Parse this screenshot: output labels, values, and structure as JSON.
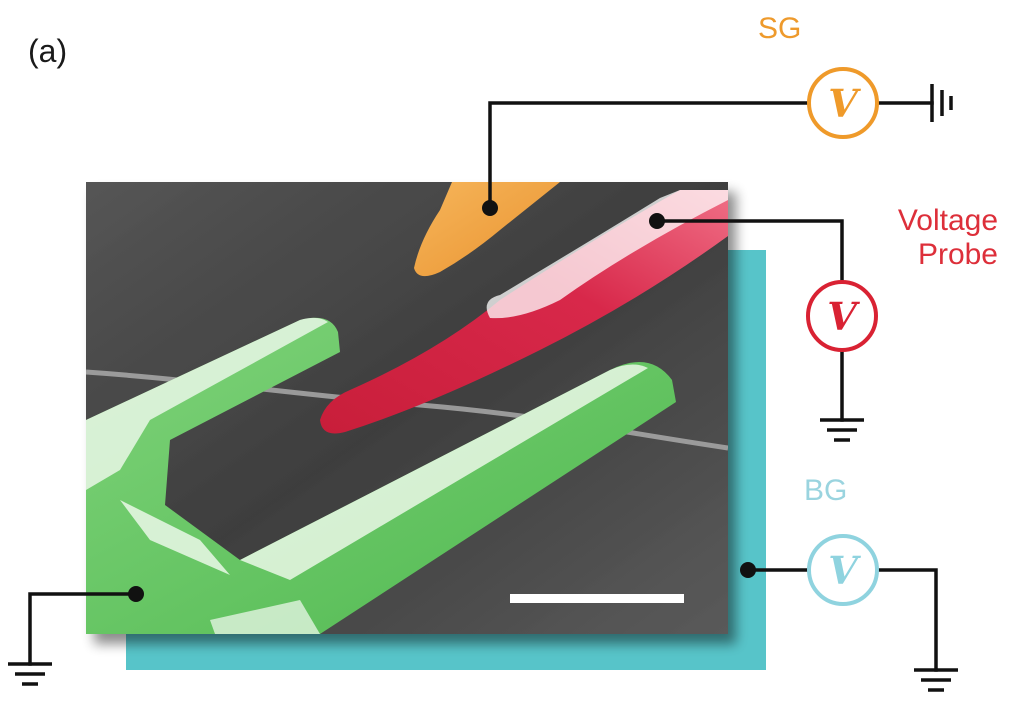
{
  "panel_label": "(a)",
  "labels": {
    "side_gate": "SG",
    "voltage_probe_line1": "Voltage",
    "voltage_probe_line2": "Probe",
    "back_gate": "BG"
  },
  "meter_symbol": "V",
  "colors": {
    "side_gate": "#ef9a2a",
    "voltage_probe": "#d92233",
    "back_gate": "#8fd3df",
    "substrate_plate": "#57c4c9",
    "contacts": "#5dc259",
    "sem_background": "#3c3c3c",
    "wires": "#111111"
  }
}
